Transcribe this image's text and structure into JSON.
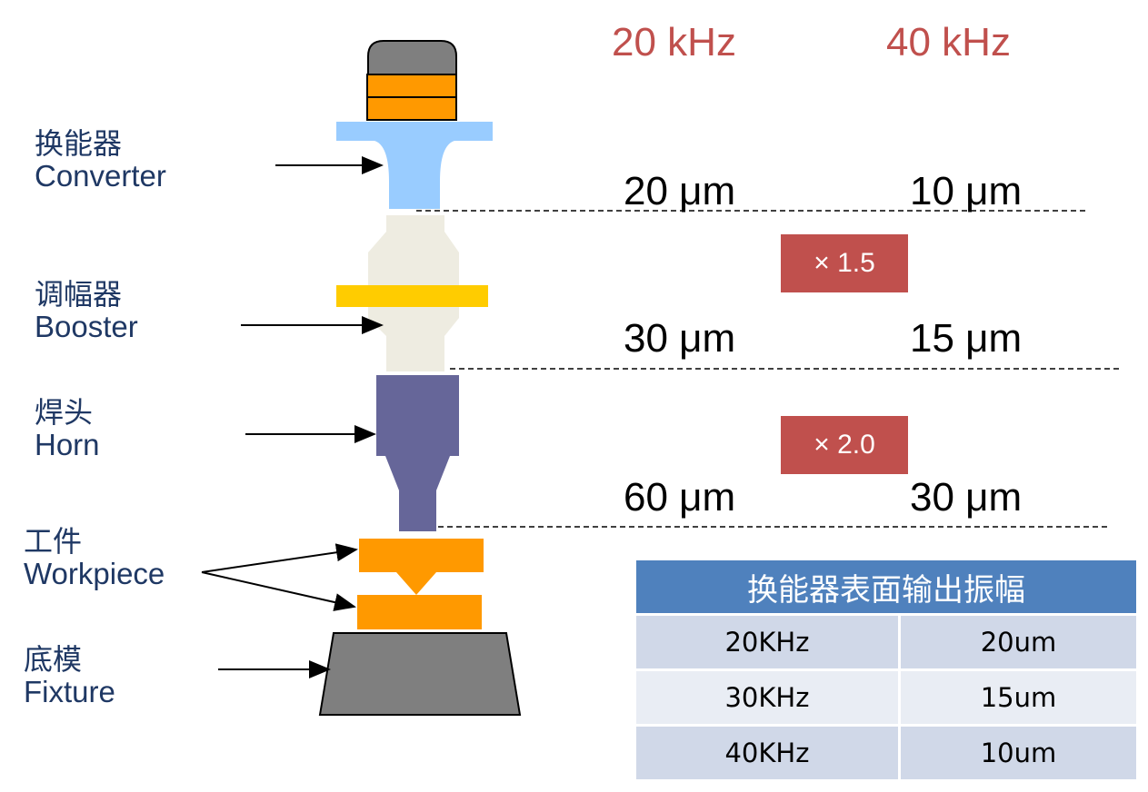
{
  "frequencies": [
    "20 kHz",
    "40 kHz"
  ],
  "components": [
    {
      "cn": "换能器",
      "en": "Converter"
    },
    {
      "cn": "调幅器",
      "en": "Booster"
    },
    {
      "cn": "焊头",
      "en": "Horn"
    },
    {
      "cn": "工件",
      "en": "Workpiece"
    },
    {
      "cn": "底模",
      "en": "Fixture"
    }
  ],
  "amplitudes": [
    {
      "a20": "20 μm",
      "a40": "10 μm"
    },
    {
      "a20": "30 μm",
      "a40": "15 μm"
    },
    {
      "a20": "60 μm",
      "a40": "30 μm"
    }
  ],
  "multipliers": [
    "× 1.5",
    "× 2.0"
  ],
  "table": {
    "title": "换能器表面输出振幅",
    "rows": [
      [
        "20KHz",
        "20um"
      ],
      [
        "30KHz",
        "15um"
      ],
      [
        "40KHz",
        "10um"
      ]
    ]
  },
  "colors": {
    "converter": "#99ccff",
    "converter_cap": "#7f7f7f",
    "piezo_rings": "#ff9900",
    "booster": "#eeece1",
    "booster_ring": "#ffcc00",
    "horn": "#666699",
    "workpiece": "#ff9900",
    "fixture": "#7f7f7f",
    "accent": "#c0504d",
    "table_header": "#4f81bd"
  }
}
